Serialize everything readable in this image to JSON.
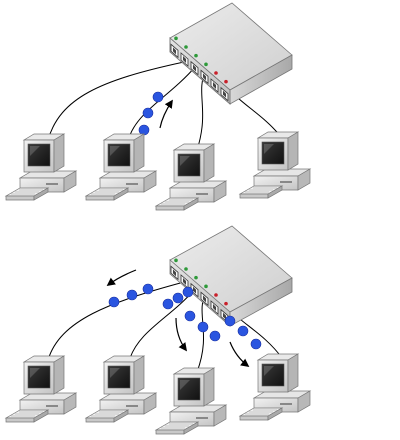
{
  "panels": [
    {
      "mode": "unicast",
      "description_visible": false,
      "switch": {
        "ports": 6,
        "led_colors": [
          "#2e9a3a",
          "#2e9a3a",
          "#2e9a3a",
          "#2e9a3a",
          "#c8202a",
          "#c8202a"
        ]
      },
      "computers": 4,
      "packet_color": "#2a55e0",
      "packets": 3,
      "arrows": 1
    },
    {
      "mode": "broadcast",
      "description_visible": false,
      "switch": {
        "ports": 6,
        "led_colors": [
          "#2e9a3a",
          "#2e9a3a",
          "#2e9a3a",
          "#2e9a3a",
          "#c8202a",
          "#c8202a"
        ]
      },
      "computers": 4,
      "packet_color": "#2a55e0",
      "packets": 12,
      "arrows": 3
    }
  ]
}
